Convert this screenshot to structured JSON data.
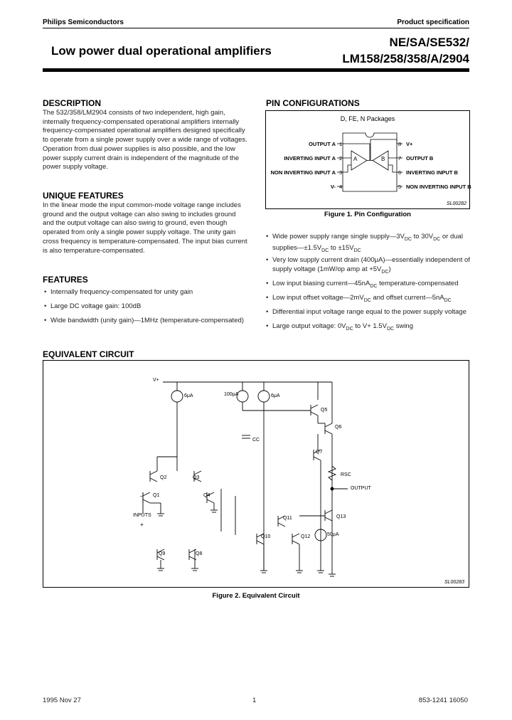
{
  "header": {
    "company": "Philips Semiconductors",
    "doc_type": "Product specification",
    "title": "Low power dual operational amplifiers",
    "part_line1": "NE/SA/SE532/",
    "part_line2": "LM158/258/358/A/2904"
  },
  "description": {
    "heading": "DESCRIPTION",
    "lines": [
      "The 532/358/LM2904 consists of two independent, high gain,",
      "internally frequency-compensated operational amplifiers internally",
      "frequency-compensated operational amplifiers designed specifically",
      "to operate from a single power supply over a wide range of voltages.",
      "Operation from dual power supplies is also possible, and the low",
      "power supply current drain is independent of the magnitude of the",
      "power supply voltage."
    ]
  },
  "unique_features": {
    "heading": "UNIQUE FEATURES",
    "lines": [
      "In the linear mode the input common-mode voltage range includes",
      "ground and the output voltage can also swing to includes ground",
      "and the output voltage can also swing to ground, even though",
      "operated from only a single power supply voltage. The unity gain",
      "cross frequency is temperature-compensated. The input bias current",
      "is also temperature-compensated."
    ]
  },
  "features": {
    "heading": "FEATURES",
    "items": [
      "Internally frequency-compensated for unity gain",
      "Large DC voltage gain: 100dB",
      "Wide bandwidth (unity gain)—1MHz (temperature-compensated)"
    ]
  },
  "pin_config": {
    "heading": "PIN CONFIGURATIONS",
    "packages": "D, FE, N Packages",
    "left_pins": [
      {
        "name": "OUTPUT A",
        "num": "1"
      },
      {
        "name": "INVERTING INPUT A",
        "num": "2"
      },
      {
        "name": "NON INVERTING INPUT A",
        "num": "3"
      },
      {
        "name": "V-",
        "num": "4"
      }
    ],
    "right_pins": [
      {
        "name": "V+",
        "num": "8"
      },
      {
        "name": "OUTPUT B",
        "num": "7"
      },
      {
        "name": "INVERTING INPUT B",
        "num": "6"
      },
      {
        "name": "NON INVERTING INPUT B",
        "num": "5"
      }
    ],
    "amp_a_label": "A",
    "amp_b_label": "B",
    "code": "SL00282",
    "caption": "Figure 1.  Pin Configuration"
  },
  "right_bullets": [
    {
      "l1": "Wide power supply range single supply—3V",
      "l1b": "DC",
      "l1c": " to 30V",
      "l1d": "DC",
      "l1e": " or dual",
      "l2": "supplies—±1.5V",
      "l2b": "DC",
      "l2c": " to ±15V",
      "l2d": "DC"
    },
    {
      "l1": "Very low supply current drain (400μA)—essentially independent of",
      "l2": "supply voltage (1mW/op amp at +5V",
      "l2b": "DC",
      "l2c": ")"
    },
    {
      "l1": "Low input biasing current—45nA",
      "l1b": "DC",
      "l1c": " temperature-compensated"
    },
    {
      "l1": "Low input offset voltage—2mV",
      "l1b": "DC",
      "l1c": " and offset current—5nA",
      "l1d": "DC"
    },
    {
      "l1": "Differential input voltage range equal to the power supply voltage"
    },
    {
      "l1": "Large output voltage: 0V",
      "l1b": "DC",
      "l1c": " to V+ 1.5V",
      "l1d": "DC",
      "l1e": " swing"
    }
  ],
  "equiv": {
    "heading": "EQUIVALENT CIRCUIT",
    "labels": {
      "vplus": "V+",
      "i6ua_left": "6μA",
      "i100ua": "100μA",
      "i6ua_mid": "6μA",
      "q5": "Q5",
      "q6": "Q6",
      "q7": "Q7",
      "cc": "CC",
      "rsc": "RSC",
      "output": "OUTPUT",
      "q1": "Q1",
      "q2": "Q2",
      "q3": "Q3",
      "q4": "Q4",
      "q8": "Q8",
      "q9": "Q9",
      "q10": "Q10",
      "q11": "Q11",
      "q12": "Q12",
      "q13": "Q13",
      "i50ua": "50μA",
      "inputs": "INPUTS",
      "minus": "–",
      "plus": "+"
    },
    "code": "SL00283",
    "caption": "Figure 2.  Equivalent Circuit"
  },
  "footer": {
    "date": "1995 Nov 27",
    "page": "1",
    "doc_number": "853-1241 16050"
  }
}
